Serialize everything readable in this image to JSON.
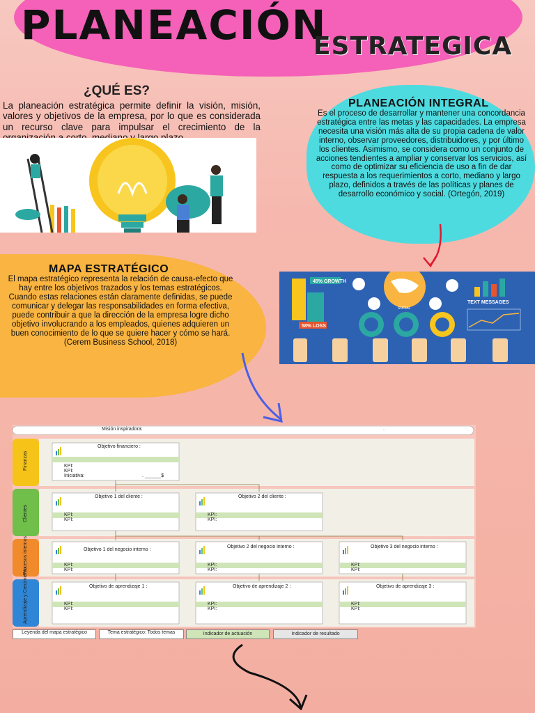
{
  "header": {
    "title": "PLANEACIÓN",
    "subtitle": "ESTRATEGICA"
  },
  "que_es": {
    "heading": "¿QUÉ ES?",
    "text": "La planeación estratégica permite definir la visión, misión, valores y objetivos de la empresa, por lo que es considerada un recurso clave para impulsar el crecimiento de la organización a corto, mediano y largo plazo."
  },
  "integral": {
    "heading": "PLANEACIÓN INTEGRAL",
    "text": "Es el proceso de desarrollar y mantener una concordancia estratégica entre las metas y las capacidades. La empresa necesita una visión más alta de su propia cadena de valor interno, observar proveedores, distribuidores, y por último los clientes. Asimismo, se considera como un conjunto de acciones tendientes a ampliar y conservar los servicios, así como de optimizar su eficiencia de uso a fin de dar respuesta a los requerimientos a corto, mediano y largo plazo, definidos a través de las políticas y planes de desarrollo económico y social. (Ortegón, 2019)"
  },
  "mapa": {
    "heading": "MAPA ESTRATÉGICO",
    "text": "El mapa estratégico representa la relación de causa-efecto que hay entre los objetivos trazados y los temas estratégicos. Cuando estas relaciones están claramente definidas, se puede comunicar y delegar las responsabilidades en forma efectiva, puede contribuir a que la dirección de la empresa logre dicho objetivo involucrando a los empleados, quienes adquieren un buen conocimiento de lo que se quiere hacer y cómo se hará. (Cerem Business School, 2018)"
  },
  "graphic": {
    "growth": "45% GROWTH",
    "loss": "58% LOSS",
    "social": "SOCIAL",
    "text_messages": "TEXT MESSAGES"
  },
  "table": {
    "mision": "Misión inspiradora:",
    "mision_dot": ".",
    "rows": [
      "Finanzas",
      "Clientes",
      "Procesos internos",
      "Aprendizaje y Crecimiento"
    ],
    "obj_fin": "Objetivo financiero :",
    "obj_cli_1": "Objetivo 1 del cliente :",
    "obj_cli_2": "Objetivo 2 del cliente :",
    "obj_neg_1": "Objetivo 1 del negocio interno :",
    "obj_neg_2": "Objetivo 2 del negocio interno :",
    "obj_neg_3": "Objetivo 3 del negocio interno :",
    "obj_apr_1": "Objetivo de aprendizaje 1 :",
    "obj_apr_2": "Objetivo de aprendizaje 2 :",
    "obj_apr_3": "Objetivo de aprendizaje 3 :",
    "kpi": "KPI:",
    "iniciativa": "Iniciativa:",
    "iniciativa_tail": ". ______$"
  },
  "legend": {
    "leyenda": "Leyenda del mapa estratégico",
    "tema": "Tema estratégico: Todos temas",
    "actuacion": "Indicador de actuación",
    "resultado": "Indicador de resultado"
  },
  "colors": {
    "cyan": "#4ddbe0",
    "orange": "#f9b441",
    "pink": "#f560b8",
    "finanzas": "#f6c418",
    "clientes": "#6fbf4a",
    "procesos": "#f08a2a",
    "aprendizaje": "#2f86d6"
  }
}
